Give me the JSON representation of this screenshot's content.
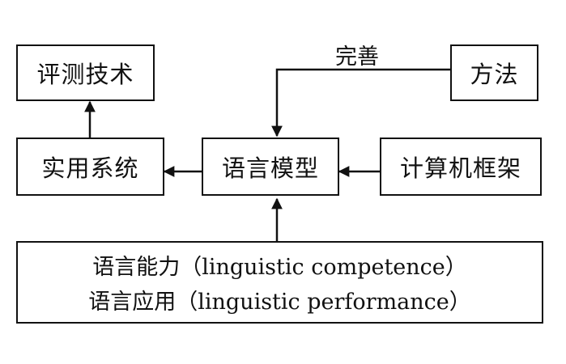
{
  "nodes": {
    "evaluation": "评测技术",
    "practical_system": "实用系统",
    "language_model": "语言模型",
    "method": "方法",
    "computing_framework": "计算机框架"
  },
  "foundation": {
    "line1": "语言能力（linguistic competence）",
    "line2": "语言应用（linguistic performance）"
  },
  "edges": {
    "method_to_model_label": "完善"
  },
  "colors": {
    "stroke": "#111111",
    "background": "#ffffff"
  }
}
